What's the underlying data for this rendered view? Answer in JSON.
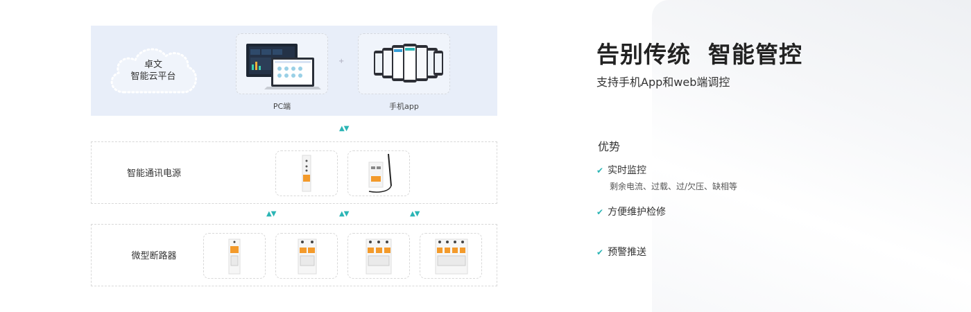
{
  "platform": {
    "cloud_line1": "卓文",
    "cloud_line2": "智能云平台",
    "pc_label": "PC端",
    "app_label": "手机app",
    "plus": "+"
  },
  "power": {
    "label": "智能通讯电源"
  },
  "breaker": {
    "label": "微型断路器"
  },
  "arrow_glyph": "▲▼",
  "info": {
    "title": "告别传统  智能管控",
    "subtitle": "支持手机App和web端调控",
    "advantages_heading": "优势",
    "advantages": [
      {
        "label": "实时监控",
        "desc": "剩余电流、过载、过/欠压、缺相等"
      },
      {
        "label": "方便维护检修"
      },
      {
        "label": "预警推送"
      }
    ]
  },
  "colors": {
    "accent": "#2bb5b5",
    "orange": "#f39a2b",
    "platform_bg": "#e8eef9"
  }
}
